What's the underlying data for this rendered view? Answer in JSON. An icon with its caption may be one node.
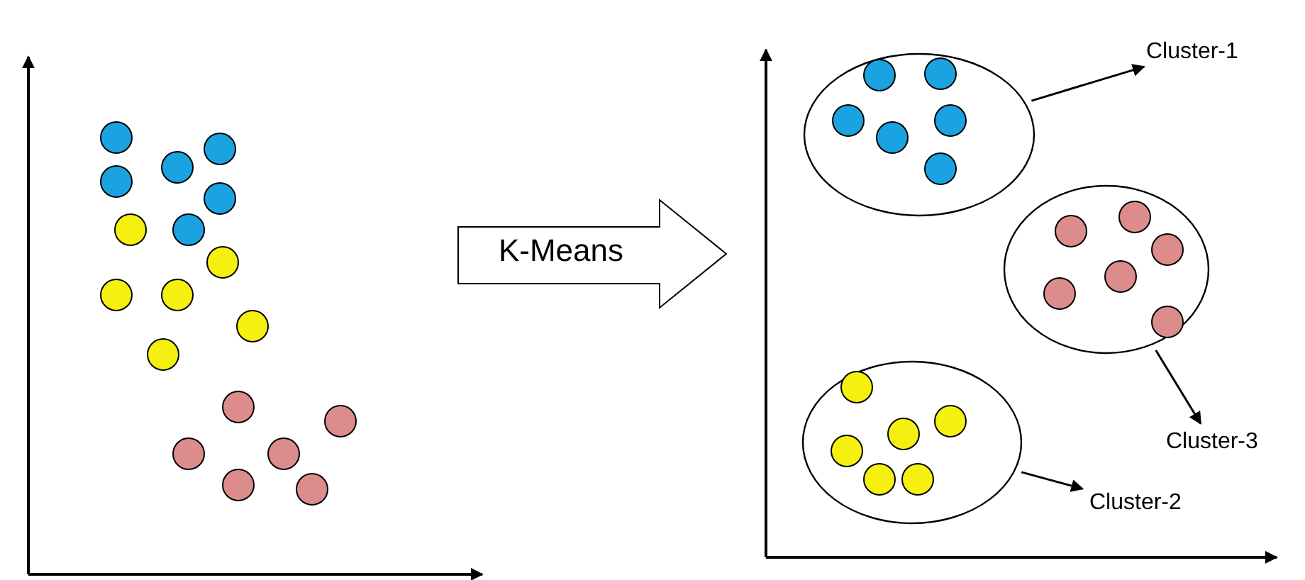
{
  "diagram": {
    "nodes": [
      {
        "text": [
          "K-Means"
        ]
      },
      {
        "text": [],
        "shape": "circle"
      },
      {
        "text": [
          "Cluster-1"
        ]
      },
      {
        "text": [],
        "shape": "circle"
      },
      {
        "text": [],
        "shape": "circle"
      },
      {
        "text": [
          "Cluster-3"
        ]
      },
      {
        "text": [
          "Cluster-2"
        ]
      }
    ],
    "edges": [
      {
        "from": 1,
        "to": 2,
        "arrow": "to"
      },
      {
        "from": 3,
        "to": 5,
        "arrow": "to"
      },
      {
        "from": 4,
        "to": 6,
        "arrow": "to"
      }
    ]
  }
}
